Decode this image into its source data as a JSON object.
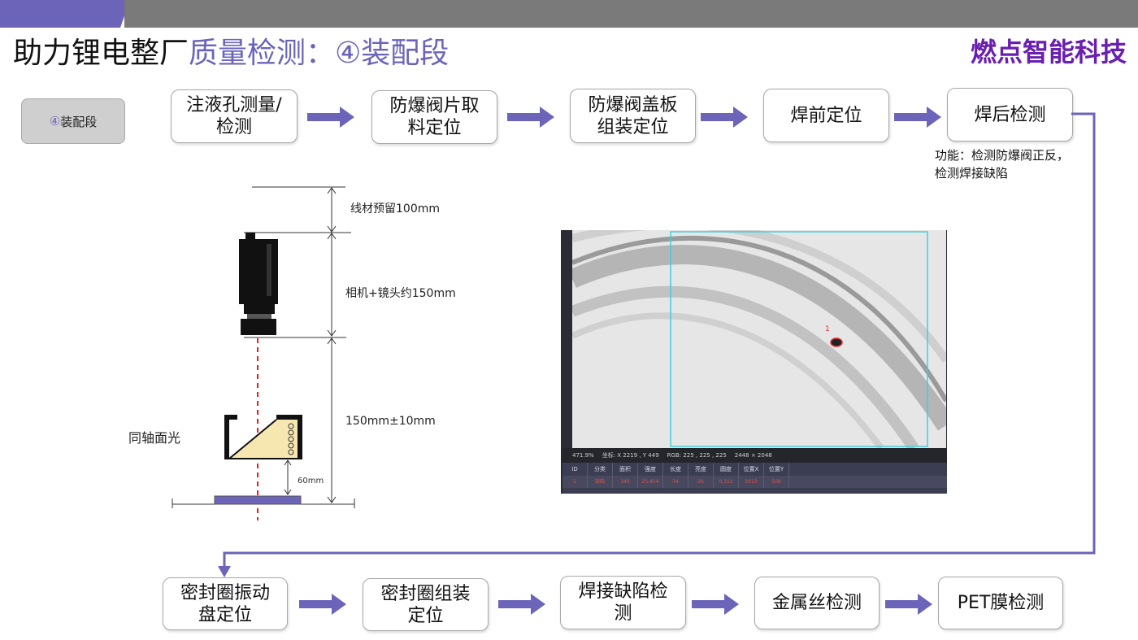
{
  "header": {
    "title_main": "助力锂电整厂",
    "title_sub": "质量检测：④装配段",
    "brand": "燃点智能科技"
  },
  "stage_tag": {
    "number": "④",
    "label": "装配段"
  },
  "steps_top": [
    {
      "label": "注液孔测量/检测"
    },
    {
      "label": "防爆阀片取料定位"
    },
    {
      "label": "防爆阀盖板组装定位"
    },
    {
      "label": "焊前定位"
    },
    {
      "label": "焊后检测"
    }
  ],
  "function_note": {
    "line1": "功能：检测防爆阀正反，",
    "line2": "检测焊接缺陷"
  },
  "diagram": {
    "reserve_label": "线材预留100mm",
    "camera_label": "相机+镜头约150mm",
    "distance_label": "150mm±10mm",
    "light_label": "同轴面光",
    "small_distance": "60mm"
  },
  "screenshot": {
    "marker": "1",
    "status": {
      "zoom": "471.9%",
      "coord": "坐标:  X 2219 , Y 449",
      "rgb": "RGB:  225 , 225 , 225",
      "size": "2448 × 2048"
    },
    "table": {
      "headers": [
        "ID",
        "分类",
        "面积",
        "强度",
        "长度",
        "亮度",
        "圆度",
        "位置X",
        "位置Y"
      ],
      "row": [
        "1",
        "缺陷",
        "340",
        "25.454",
        "34",
        "26",
        "0.311",
        "2013",
        "509"
      ]
    }
  },
  "steps_bottom": [
    {
      "label": "密封圈振动盘定位"
    },
    {
      "label": "密封圈组装定位"
    },
    {
      "label": "焊接缺陷检测"
    },
    {
      "label": "金属丝检测"
    },
    {
      "label": "PET膜检测"
    }
  ],
  "colors": {
    "accent": "#6b64b8",
    "brand": "#6a1fb0",
    "gray_bar": "#7a7a7a",
    "laser": "#e02020"
  }
}
